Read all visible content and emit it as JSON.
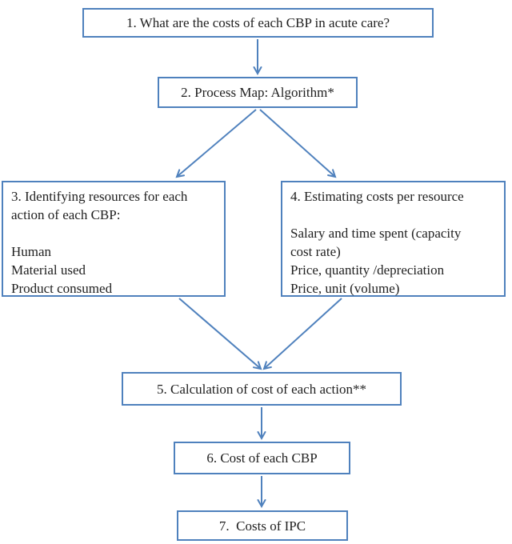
{
  "diagram": {
    "type": "flowchart",
    "boxes": [
      {
        "id": "1",
        "text": "1. What are the costs of each CBP in acute care?"
      },
      {
        "id": "2",
        "text": "2. Process Map: Algorithm*"
      },
      {
        "id": "3",
        "text": "3. Identifying resources for each\naction of each CBP:\n\nHuman\nMaterial used\nProduct consumed"
      },
      {
        "id": "4",
        "text": "4. Estimating costs per resource\n\nSalary and time spent (capacity\ncost rate)\nPrice, quantity /depreciation\nPrice, unit (volume)"
      },
      {
        "id": "5",
        "text": "5. Calculation of cost of each action**"
      },
      {
        "id": "6",
        "text": "6. Cost of each CBP"
      },
      {
        "id": "7",
        "text": "7.  Costs of IPC"
      }
    ],
    "edges": [
      {
        "from": "1",
        "to": "2"
      },
      {
        "from": "2",
        "to": "3"
      },
      {
        "from": "2",
        "to": "4"
      },
      {
        "from": "3",
        "to": "5"
      },
      {
        "from": "4",
        "to": "5"
      },
      {
        "from": "5",
        "to": "6"
      },
      {
        "from": "6",
        "to": "7"
      }
    ],
    "colors": {
      "accent": "#4f81bd",
      "text": "#1f1f1f",
      "background": "#ffffff"
    }
  }
}
